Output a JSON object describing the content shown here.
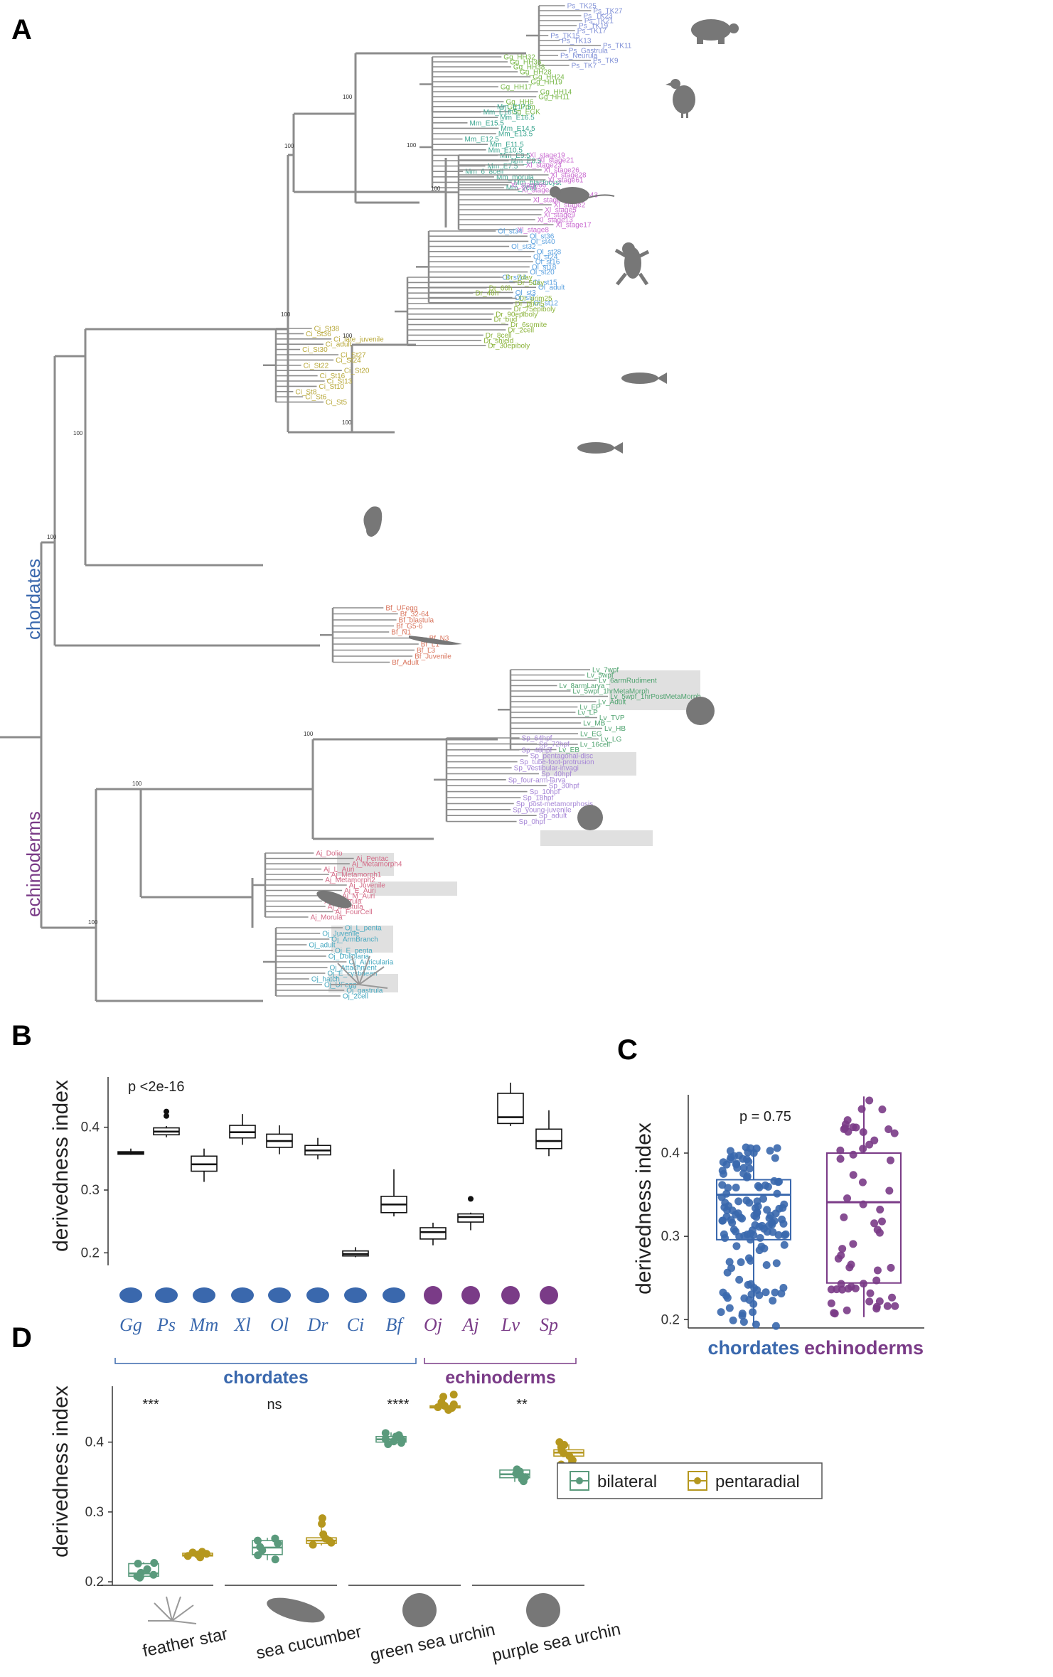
{
  "colors": {
    "chordates": "#3a68ad",
    "echinoderms": "#7a3b87",
    "bilateral": "#5a9a7c",
    "pentaradial": "#b5971e",
    "tree_line": "#8c8c8c",
    "highlight": "#e0e0e0"
  },
  "panels": {
    "a": "A",
    "b": "B",
    "c": "C",
    "d": "D"
  },
  "panel_a": {
    "clade_labels": {
      "chordates": "chordates",
      "echinoderms": "echinoderms"
    },
    "icons": [
      "turtle-icon",
      "chicken-icon",
      "mouse-icon",
      "frog-icon",
      "medaka-icon",
      "zebrafish-icon",
      "ascidian-icon",
      "amphioxus-icon",
      "green-sea-urchin-icon",
      "purple-sea-urchin-icon",
      "sea-cucumber-icon",
      "feather-star-icon"
    ],
    "clades": [
      {
        "name": "Ps",
        "color": "#7f8fd6",
        "leaves": [
          "Ps_TK25",
          "Ps_TK27",
          "Ps_TK23",
          "Ps_TK21",
          "Ps_TK19",
          "Ps_TK17",
          "Ps_TK15",
          "Ps_TK13",
          "Ps_TK11",
          "Ps_Gastrula",
          "Ps_Neurula",
          "Ps_TK9",
          "Ps_TK7"
        ]
      },
      {
        "name": "Gg",
        "color": "#7ab84a",
        "leaves": [
          "Gg_HH32",
          "Gg_HH36",
          "Gg_HH38",
          "Gg_HH28",
          "Gg_HH24",
          "Gg_HH19",
          "Gg_HH17",
          "Gg_HH14",
          "Gg_HH11",
          "Gg_HH6",
          "Gg_Prim",
          "Gg_EGK"
        ]
      },
      {
        "name": "Mm",
        "color": "#3aa58f",
        "leaves": [
          "Mm_E17.5",
          "Mm_E18.5",
          "Mm_E16.5",
          "Mm_E15.5",
          "Mm_E14.5",
          "Mm_E13.5",
          "Mm_E12.5",
          "Mm_E11.5",
          "Mm_E10.5",
          "Mm_E9.5",
          "Mm_E8.5",
          "Mm_E7.5",
          "Mm_6_8cell",
          "Mm_morula",
          "Mm_blastocyst",
          "Mm_2cell"
        ]
      },
      {
        "name": "Xl",
        "color": "#c96ad0",
        "leaves": [
          "Xl_stage19",
          "Xl_stage21",
          "Xl_stage23",
          "Xl_stage26",
          "Xl_stage28",
          "Xl_stage61",
          "Xl_stage66",
          "Xl_stage49",
          "Xl_stage43",
          "Xl_stage37_38",
          "Xl_stage2",
          "Xl_stage5",
          "Xl_stage9",
          "Xl_stage13",
          "Xl_stage17",
          "Xl_stage8"
        ]
      },
      {
        "name": "Ol",
        "color": "#5aa0df",
        "leaves": [
          "Ol_st34",
          "Ol_st36",
          "Ol_st40",
          "Ol_st32",
          "Ol_st28",
          "Ol_st24",
          "Ol_st16",
          "Ol_st18",
          "Ol_st20",
          "Ol_st14",
          "Ol_st15",
          "Ol_adult",
          "Ol_st3",
          "Ol_st7",
          "Ol_st12"
        ]
      },
      {
        "name": "Dr",
        "color": "#8bb33a",
        "leaves": [
          "Dr_7day",
          "Dr_5day",
          "Dr_60h",
          "Dr_48h",
          "Dr_prim25",
          "Dr_prim5",
          "Dr_75epiboly",
          "Dr_90epiboly",
          "Dr_bud",
          "Dr_6somite",
          "Dr_2cell",
          "Dr_8cell",
          "Dr_shield",
          "Dr_30epiboly"
        ]
      },
      {
        "name": "Ci",
        "color": "#b8a83a",
        "leaves": [
          "Ci_St38",
          "Ci_St36",
          "Ci_late_juvenile",
          "Ci_adult",
          "Ci_St30",
          "Ci_St27",
          "Ci_St24",
          "Ci_St22",
          "Ci_St20",
          "Ci_St16",
          "Ci_St13",
          "Ci_St10",
          "Ci_St8",
          "Ci_St6",
          "Ci_St5"
        ]
      },
      {
        "name": "Bf",
        "color": "#d9745c",
        "leaves": [
          "Bf_UFegg",
          "Bf_32-64",
          "Bf_blastula",
          "Bf_G5-6",
          "Bf_N1",
          "Bf_N3",
          "Bf_L1",
          "Bf_L3",
          "Bf_Juvenile",
          "Bf_Adult"
        ]
      },
      {
        "name": "Lv",
        "color": "#4fa36f",
        "leaves": [
          "Lv_7wpf",
          "Lv_5wpf",
          "Lv_6armRudiment",
          "Lv_8armLarva",
          "Lv_5wpf_1hrMetaMorph",
          "Lv_5wpf_1hrPostMetaMorph",
          "Lv_Adult",
          "Lv_EP",
          "Lv_LP",
          "Lv_TVP",
          "Lv_MB",
          "Lv_HB",
          "Lv_EG",
          "Lv_LG",
          "Lv_16cell",
          "Lv_EB"
        ]
      },
      {
        "name": "Sp",
        "color": "#a585d6",
        "leaves": [
          "Sp_64hpf",
          "Sp_72hpf",
          "Sp_48hpf",
          "Sp_pentagonal-disc",
          "Sp_tube-foot-protrusion",
          "Sp_Vestibular-invagi",
          "Sp_40hpf",
          "Sp_four-arm-larva",
          "Sp_30hpf",
          "Sp_10hpf",
          "Sp_18hpf",
          "Sp_post-metamorphosis",
          "Sp_young-juvenile",
          "Sp_adult",
          "Sp_0hpf"
        ]
      },
      {
        "name": "Aj",
        "color": "#d36a86",
        "leaves": [
          "Aj_Dolio",
          "Aj_Pentac",
          "Aj_Metamorph4",
          "Aj_L_Auri",
          "Aj_Metamorph1",
          "Aj_Metamorph2",
          "Aj_Juvenile",
          "Aj_E_Auri",
          "Aj_M_Auri",
          "Aj_Gastrula",
          "Aj_Blastula",
          "Aj_FourCell",
          "Aj_Morula"
        ]
      },
      {
        "name": "Oj",
        "color": "#48a9c0",
        "leaves": [
          "Oj_L_penta",
          "Oj_Juvenile",
          "Oj_ArmBranch",
          "Oj_adult",
          "Oj_E_penta",
          "Oj_Doliolaria",
          "Oj_Auricularia",
          "Oj_Attachment",
          "Oj_E_cystidean",
          "Oj_hatch",
          "Oj_UFegg",
          "Oj_gastrula",
          "Oj_2cell"
        ]
      }
    ]
  },
  "panel_b": {
    "pvalue": "p <2e-16",
    "ylabel": "derivedness index",
    "group_labels": {
      "chordates": "chordates",
      "echinoderms": "echinoderms"
    }
  },
  "panel_c": {
    "pvalue": "p = 0.75",
    "ylabel": "derivedness index"
  },
  "panel_d": {
    "ylabel": "derivedness index",
    "legend": {
      "bilateral": "bilateral",
      "pentaradial": "pentaradial"
    }
  },
  "chart_data": [
    {
      "type": "tree",
      "panel": "A",
      "bootstrap_values_shown": [
        "100",
        "100",
        "100",
        "100",
        "100",
        "100",
        "100",
        "100",
        "100",
        "100",
        "100",
        "100"
      ],
      "clade_labels": [
        "chordates",
        "echinoderms"
      ]
    },
    {
      "type": "box",
      "panel": "B",
      "ylabel": "derivedness index",
      "ylim": [
        0.18,
        0.48
      ],
      "yticks": [
        0.2,
        0.3,
        0.4
      ],
      "categories": [
        "Gg",
        "Ps",
        "Mm",
        "Xl",
        "Ol",
        "Dr",
        "Ci",
        "Bf",
        "Oj",
        "Aj",
        "Lv",
        "Sp"
      ],
      "groups": [
        "chordates",
        "chordates",
        "chordates",
        "chordates",
        "chordates",
        "chordates",
        "chordates",
        "chordates",
        "echinoderms",
        "echinoderms",
        "echinoderms",
        "echinoderms"
      ],
      "boxes": [
        {
          "min": 0.356,
          "q1": 0.357,
          "median": 0.359,
          "q3": 0.361,
          "max": 0.366,
          "outliers": []
        },
        {
          "min": 0.384,
          "q1": 0.388,
          "median": 0.393,
          "q3": 0.399,
          "max": 0.402,
          "outliers": [
            0.418,
            0.425
          ]
        },
        {
          "min": 0.313,
          "q1": 0.33,
          "median": 0.341,
          "q3": 0.354,
          "max": 0.366,
          "outliers": []
        },
        {
          "min": 0.372,
          "q1": 0.383,
          "median": 0.392,
          "q3": 0.403,
          "max": 0.421,
          "outliers": []
        },
        {
          "min": 0.357,
          "q1": 0.368,
          "median": 0.378,
          "q3": 0.389,
          "max": 0.403,
          "outliers": []
        },
        {
          "min": 0.349,
          "q1": 0.356,
          "median": 0.363,
          "q3": 0.371,
          "max": 0.383,
          "outliers": []
        },
        {
          "min": 0.193,
          "q1": 0.195,
          "median": 0.198,
          "q3": 0.203,
          "max": 0.209,
          "outliers": []
        },
        {
          "min": 0.258,
          "q1": 0.264,
          "median": 0.277,
          "q3": 0.29,
          "max": 0.333,
          "outliers": []
        },
        {
          "min": 0.212,
          "q1": 0.222,
          "median": 0.233,
          "q3": 0.24,
          "max": 0.248,
          "outliers": []
        },
        {
          "min": 0.236,
          "q1": 0.249,
          "median": 0.257,
          "q3": 0.262,
          "max": 0.264,
          "outliers": [
            0.286
          ]
        },
        {
          "min": 0.402,
          "q1": 0.406,
          "median": 0.416,
          "q3": 0.454,
          "max": 0.471,
          "outliers": []
        },
        {
          "min": 0.354,
          "q1": 0.366,
          "median": 0.378,
          "q3": 0.397,
          "max": 0.427,
          "outliers": []
        }
      ],
      "annotation": "p <2e-16"
    },
    {
      "type": "box",
      "panel": "C",
      "ylabel": "derivedness index",
      "ylim": [
        0.19,
        0.47
      ],
      "yticks": [
        0.2,
        0.3,
        0.4
      ],
      "categories": [
        "chordates",
        "echinoderms"
      ],
      "boxes": [
        {
          "min": 0.192,
          "q1": 0.296,
          "median": 0.35,
          "q3": 0.368,
          "max": 0.409
        },
        {
          "min": 0.203,
          "q1": 0.244,
          "median": 0.341,
          "q3": 0.4,
          "max": 0.468
        }
      ],
      "annotation": "p = 0.75"
    },
    {
      "type": "box",
      "panel": "D",
      "ylabel": "derivedness index",
      "ylim": [
        0.195,
        0.48
      ],
      "yticks": [
        0.2,
        0.3,
        0.4
      ],
      "categories": [
        "feather star",
        "sea cucumber",
        "green sea urchin",
        "purple sea urchin"
      ],
      "significance": [
        "***",
        "ns",
        "****",
        "**"
      ],
      "series": [
        {
          "name": "bilateral",
          "boxes": [
            {
              "min": 0.205,
              "q1": 0.208,
              "median": 0.212,
              "q3": 0.226,
              "max": 0.228,
              "points": [
                0.206,
                0.208,
                0.21,
                0.213,
                0.218,
                0.226,
                0.227
              ]
            },
            {
              "min": 0.231,
              "q1": 0.239,
              "median": 0.249,
              "q3": 0.259,
              "max": 0.263,
              "points": [
                0.232,
                0.238,
                0.245,
                0.25,
                0.255,
                0.259,
                0.262
              ]
            },
            {
              "min": 0.396,
              "q1": 0.4,
              "median": 0.404,
              "q3": 0.408,
              "max": 0.414,
              "points": [
                0.397,
                0.399,
                0.401,
                0.403,
                0.404,
                0.406,
                0.408,
                0.41,
                0.413
              ]
            },
            {
              "min": 0.343,
              "q1": 0.349,
              "median": 0.354,
              "q3": 0.36,
              "max": 0.362,
              "points": [
                0.344,
                0.347,
                0.35,
                0.352,
                0.355,
                0.358,
                0.361
              ]
            }
          ]
        },
        {
          "name": "pentaradial",
          "boxes": [
            {
              "min": 0.235,
              "q1": 0.237,
              "median": 0.238,
              "q3": 0.241,
              "max": 0.244,
              "points": [
                0.235,
                0.237,
                0.239,
                0.24,
                0.242,
                0.243
              ]
            },
            {
              "min": 0.252,
              "q1": 0.255,
              "median": 0.259,
              "q3": 0.263,
              "max": 0.277,
              "points": [
                0.253,
                0.256,
                0.259,
                0.262,
                0.268,
                0.283,
                0.291
              ]
            },
            {
              "min": 0.447,
              "q1": 0.449,
              "median": 0.45,
              "q3": 0.452,
              "max": 0.456,
              "points": [
                0.446,
                0.449,
                0.45,
                0.452,
                0.454,
                0.457,
                0.465,
                0.468
              ]
            },
            {
              "min": 0.37,
              "q1": 0.38,
              "median": 0.385,
              "q3": 0.389,
              "max": 0.397,
              "points": [
                0.368,
                0.374,
                0.38,
                0.384,
                0.388,
                0.393,
                0.396,
                0.4
              ]
            }
          ]
        }
      ]
    }
  ]
}
